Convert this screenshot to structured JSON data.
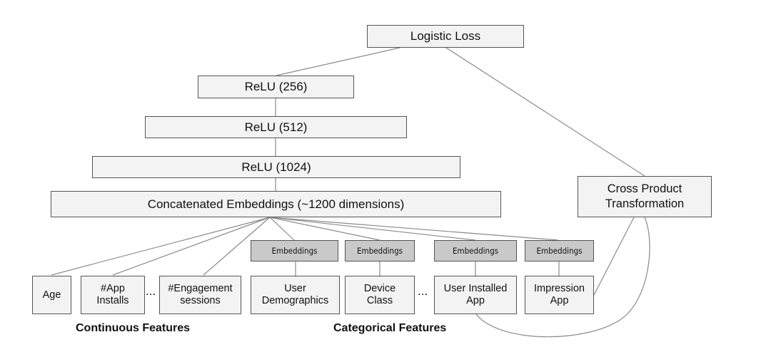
{
  "top": {
    "logistic_loss": "Logistic Loss"
  },
  "deep": {
    "relu_256": "ReLU (256)",
    "relu_512": "ReLU (512)",
    "relu_1024": "ReLU (1024)",
    "concat": "Concatenated Embeddings (~1200 dimensions)"
  },
  "wide": {
    "cross_product": "Cross Product\nTransformation"
  },
  "embeddings": [
    "Embeddings",
    "Embeddings",
    "Embeddings",
    "Embeddings"
  ],
  "continuous": {
    "age": "Age",
    "app_installs": "#App\nInstalls",
    "engagement": "#Engagement\nsessions",
    "label": "Continuous Features"
  },
  "categorical": {
    "user_demographics": "User\nDemographics",
    "device_class": "Device\nClass",
    "user_installed_app": "User Installed\nApp",
    "impression_app": "Impression\nApp",
    "label": "Categorical Features"
  },
  "ellipsis": "..."
}
